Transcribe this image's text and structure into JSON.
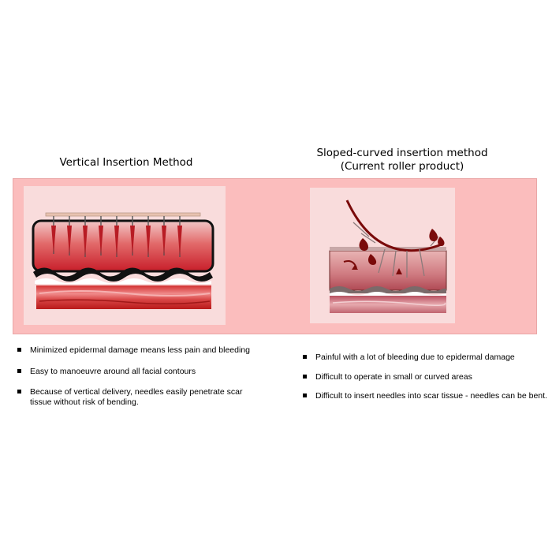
{
  "left": {
    "title": "Vertical Insertion Method",
    "bullets": [
      "Minimized epidermal damage means less pain and bleeding",
      "Easy to manoeuvre around all facial contours",
      "Because of vertical delivery, needles easily penetrate scar tissue without risk of bending."
    ]
  },
  "right": {
    "title_line1": "Sloped-curved insertion method",
    "title_line2": "(Current roller product)",
    "bullets": [
      "Painful with a lot of bleeding due to epidermal damage",
      "Difficult to operate in small or curved areas",
      "Difficult to insert needles into scar tissue - needles can be bent."
    ]
  },
  "colors": {
    "band": "#fbbdbd",
    "panel": "#f9dcdc",
    "skin_red": "#d2373c",
    "blood": "#7a0a0a"
  }
}
